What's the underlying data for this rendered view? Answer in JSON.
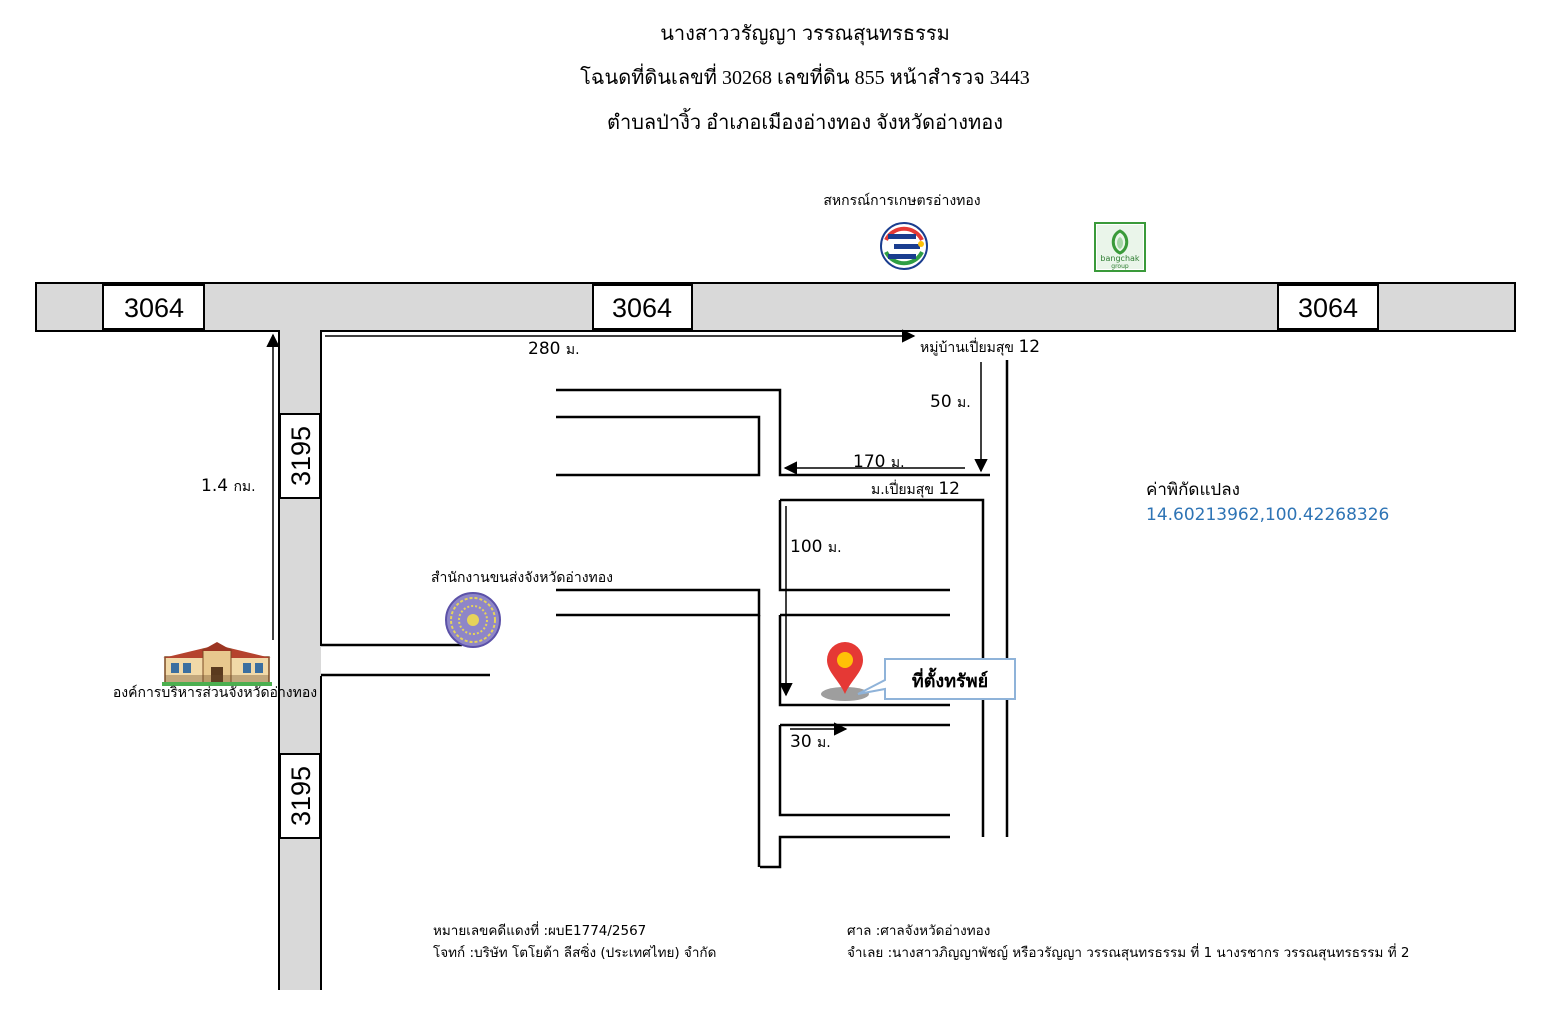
{
  "header": {
    "line1": "นางสาววรัญญา วรรณสุนทรธรรม",
    "line2": "โฉนดที่ดินเลขที่ 30268 เลขที่ดิน 855 หน้าสำรวจ 3443",
    "line3": "ตำบลป่างิ้ว อำเภอเมืองอ่างทอง จังหวัดอ่างทอง"
  },
  "roads": {
    "main_road": "3064",
    "side_road": "3195"
  },
  "landmarks": {
    "coop": "สหกรณ์การเกษตรอ่างทอง",
    "bangchak_logo_text": "bangchak",
    "bangchak_logo_sub": "group",
    "transport_office": "สำนักงานขนส่งจังหวัดอ่างทอง",
    "provincial_admin": "องค์การบริหารส่วนจังหวัดอ่างทอง",
    "village_name": "หมู่บ้านเปี่ยมสุข",
    "village_no": "12",
    "village_short": "ม.เปี่ยมสุข",
    "village_short_no": "12"
  },
  "distances": {
    "d_280": "280",
    "d_1_4": "1.4",
    "d_50": "50",
    "d_170": "170",
    "d_100": "100",
    "d_30": "30",
    "unit_m": "ม.",
    "unit_km": "กม."
  },
  "property": {
    "label": "ที่ตั้งทรัพย์"
  },
  "coordinates": {
    "title": "ค่าพิกัดแปลง",
    "value": "14.60213962,100.42268326",
    "color": "#2e74b5"
  },
  "case_info": {
    "case_no": "หมายเลขคดีแดงที่ :ผบE1774/2567",
    "plaintiff": "โจทก์ :บริษัท โตโยต้า ลีสซิ่ง (ประเทศไทย) จำกัด",
    "court": "ศาล :ศาลจังหวัดอ่างทอง",
    "defendant": "จำเลย :นางสาวภิญญาพัชญ์ หรือวรัญญา วรรณสุนทรธรรม ที่ 1 นางรชากร วรรณสุนทรธรรม ที่ 2"
  },
  "colors": {
    "road_fill": "#d9d9d9",
    "pin_red": "#e53935",
    "pin_yellow": "#ffc107",
    "callout_border": "#8fb3d9",
    "bangchak_green": "#3a9a3a",
    "transport_purple": "#6a5acd"
  }
}
